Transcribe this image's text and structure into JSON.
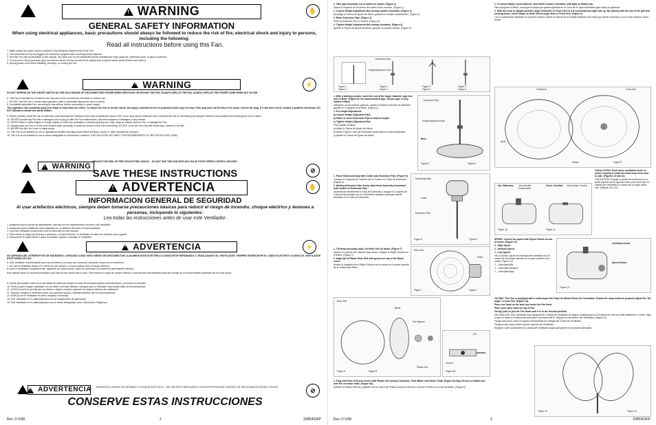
{
  "left": {
    "warning_word": "WARNING",
    "general_safety": "GENERAL SAFETY INFORMATION",
    "safety_intro": "When using electrical appliances, basic precautions should always be followed to reduce the risk of fire, electrical shock and injury to persons, including the following:",
    "read_all": "Read all instructions before using this Fan.",
    "items_1": [
      "1.    Make certain the power source conforms to the electrical requirements of the Fan.",
      "2.    The outlet that the Fan is plugged into should be equipped with a working smoke detector.",
      "3.    Use this Fan only as described in this manual. Any other use not recommended by the manufacturer may cause fire, electrical shock, or injury to persons.",
      "4.    To reduce the risk of personal injury and electric shock, the fan should not be played with or placed where small children can reach it.",
      "5.    Unplug power cord before installing, servicing, or moving the Fan."
    ],
    "warning2_word": "WARNING",
    "do_not_depend": "DO NOT DEPEND ON THE ON/OFF SWITCH AS THE SOLE MEANS OF DISCONNECTING POWER WHEN SERVICING OR MOVING THE FAN. ALWAYS UNPLUG THE FAN. ALWAYS UNPLUG THE POWER CORD WHEN NOT IN USE.",
    "items_2": [
      "6.    This Fan is intended for household use only and not for commercial, industrial or outdoor use.",
      "7.    DO NOT use this Fan in areas where gasoline, paint or flammable liquids are used or stored.",
      "8.    Completely assemble Fan, according to instructions, before connecting to power supply."
    ],
    "polarized": "This appliance has a polarized plug (one blade is wider than the other). To reduce the risk of electric shock, this plug is intended to fit in a polarized outlet only one way. If the plug does not fit fully in the outlet, reverse the plug. If it still does not fit, contact a qualified electrician. DO NOT attempt to defeat this safety feature.",
    "items_3": [
      "9.    Where possible, avoid the use of extension cords because the extension cord may overheat and cause a fire. If you must use an extension cord, minimize the risk of overheating by using the shortest cord possible and ensuring that it is UL listed.",
      "10.   NEVER operate any Fan with a damaged cord or plug or after the Fan malfunctions, has been dropped or damaged in any manner.",
      "11.   NEVER insert or allow fingers or foreign objects to enter any ventilation or exhaust opening as it may cause an electric shock or fire, or damage the Fan.",
      "12.   Always place the Fan on a flat, level surface while operating, to avoid the chance of the Fan overturning. DO NOT cover the Fan cord with throw rugs, runners or the like.",
      "13.   NEVER use the Fan in wet or damp areas.",
      "14.   This Fan is not suitable for use in agricultural facilities including areas where livestock, poultry or other animals are confined.",
      "15.   This Fan is not suitable for use in areas designated as Hazardous Locations. THIS FAN DOES NOT MEET THE REQUIREMENTS OF NEC ARTICLE 500 (2008)."
    ],
    "reduce_risk": "REDUCE THE RISK OF FIRE OR ELECTRIC SHOCK – DO NOT USE THIS FAN WITH ANY SOLID STATE SPEED CONTROL DEVICES.",
    "save_word": "WARNING",
    "save_instructions": "SAVE THESE INSTRUCTIONS",
    "advertencia": "ADVERTENCIA",
    "info_general": "INFORMACION GENERAL DE SEGURIDAD",
    "es_intro": "Al usar artefactos eléctricos, siempre deben tomarse precauciones básicas para reducir el riesgo de incendio, choque eléctrico y lesiones a personas, incluyendo lo siguientes:",
    "lea_todas": "Lea todas las instrucciones antes de usar este Ventilador.",
    "es_items_1": [
      "1.    Asegúrese que la fuente de alimentación coincida con los requerimientos eléctricos del Ventilador.",
      "2.    Asegúrese que la habitación esté equipada con un detector de humo en funcionamiento.",
      "3.    Use este Ventilador únicamente como se describe en este manual.",
      "4.    Para reducir el riesgo de lesiones a personas y choque eléctrico, el Ventilador no debe ser utilizado como juguete.",
      "5.    Desconecte el cable eléctrico antes de instalar, reparar o trasladar el Ventilador."
    ],
    "advertencia2": "ADVERTENCIA",
    "es_no_depender": "NO DEPENDA DEL INTERRUPTOR DE ENCENDIDO / APAGADO COMO ÚNICO MEDIO DE DESCONECTAR LA ALIMENTACIÓN ELÉCTRICA CUANDO ESTÉ REPARANDO O TRASLADANDO EL VENTILADOR. SIEMPRE DESENCHUFE EL CABLE ELÉCTRICO CUANDO EL VENTILADOR ESTÉ FUERA DE USO.",
    "es_items_2": [
      "6.    Este ventilador está destinado para uso doméstico y no para uso comercial, industrial ni para uso en exteriores.",
      "7.    NO use el Ventilador dentro de o cerca de una ventana. La lluvia podría crear un riesgo eléctrico.",
      "8.    Arme el Ventilador completamente, siguiendo las instrucciones, antes de conectarlo a la fuente de alimentación eléctrica."
    ],
    "es_polarized": "Este aparato tiene un enchufe polarizado (una hoja es más ancha que la otra). Para reducir el riesgo de choque eléctrico, este enchufe está diseñado para que encaje en un tomacorriente polarizado de una sola forma.",
    "es_items_3": [
      "9.    Donde sea posible, evite el uso de cables de extensión porque el cable de extensión podría sobrecalentarse y provocar un incendio.",
      "10.   NUNCA opere ningún Ventilador con un cable o enchufe dañado o después que el Ventilador haya tenido fallas de funcionamiento.",
      "11.   NUNCA inserte ni permita que los dedos u objetos extraños ingresen en ninguna abertura de ventilación.",
      "12.   Siempre coloque el Ventilador sobre una superficie plana y nivelada mientras esté en funcionamiento.",
      "13.   NUNCA use el Ventilador en áreas mojadas o húmedas.",
      "14.   Este Ventilador no es adecuado para uso en instalaciones de agricultura.",
      "15.   Este Ventilador no es adecuado para uso en áreas designadas como Ubicaciones Peligrosas."
    ],
    "advertencia3": "ADVERTENCIA",
    "es_reduzca": "REDUZCA EL RIESGO DE INCENDIO O CHOQUE ELÉCTRICO – NO USE ESTE VENTILADOR CON DISPOSITIVOS DE CONTROL DE VELOCIDAD DE ESTADO SÓLIDO.",
    "conserve": "CONSERVE ESTAS INSTRUCCIONES",
    "rev": "Rev. D 5/08",
    "page_num": "2",
    "doc_id": "2085403FP"
  },
  "right": {
    "col1_steps": [
      "1.  Take pipe assembly out of carton as shown. (Figure 1)",
      "Saque el conjunto de la tubería del cartón como muestra. (Figura 1)",
      "2.  Loosen Height Adjustment Nut turning counter clockwise. (Figure 2)",
      "Desafloje la Tuerca de Ajuste de Altura, girando en sentido contrahorario. (Figura 2)",
      "3.  Raise Extension Pipe. (Figure 3)",
      "Eleve la Extensión De La Tubería. (Figura 3)",
      "4.  Tighten Height Adjustment Nut turning clockwise. (Figure 4)",
      "Apriete la Tuerca de Ajuste de Altura, girando en sentido horario. (Figura 4)"
    ],
    "fig1_labels": [
      "Figure 1",
      "Figura 1",
      "Figure 2",
      "Figura 2",
      "Figure 3",
      "Figura 3",
      "Figure 4",
      "Figura 4"
    ],
    "extension_pipe": "Extension Pipe",
    "height_nut": "Height Adjustment Nut",
    "col1_steps_b": [
      "1.  With a twisting motion, insert the end of the larger diameter pipe into hole in Base. (Figure 5) Use disassembled pipe. Ensure pipe is fully seated in Base.",
      "Utilizando un movimiento giratorio, inserte el extremo del tubo de diámetro grande en el agujero de la Base. (Figura 5)",
      "2.  For Height Adjustment:",
      "a)  Loosen Height Adjustment Nut.",
      "b)  Raise or lower Extension Pipe to desired height.",
      "c)  Tighten Height Adjustment Nut.",
      "Para ajustar la altura:",
      "a)  Afloje la Tuerca de Ajuste de Altura.",
      "b)  Eleve o baje el Tubo de Extensión hasta obtener la altura deseada.",
      "c)  Apriete la Tuerca de Ajuste de Altura."
    ],
    "base": "Base",
    "fig5": "Figure 5",
    "fig5b": "Figura 5",
    "col1_steps_c": [
      "1.  Place Head Assembly with Collar onto Extension Pipe. (Figure 6)",
      "Coloque el Conjunto de Cabezal con el Collar en el Tubo de Extensión. (Figura 6)",
      "2.  Holding Extension Pipe firmly, twist Head Assembly downward until seated on Extension Pipe.",
      "Sosteniendo firmemente el Tubo de Extensión y empuje el Conjunto de Cabezal hacia abajo con un movimiento giratorio hasta que quede asentado en el Tubo de Extensión."
    ],
    "head_assembly": "Head Assembly",
    "collar": "Collar",
    "fig6": "Figure 6",
    "fig6b": "Figura 6",
    "col1_steps_d": [
      "1.  Tilt Head Assembly back. Put Rear Grill on Motor. (Figure 7)",
      "Incline el Conjunto de Cabezal hacia atrás. Coloque la Rejilla Trasera en el Motor. (Figura 7)",
      "2.  Align tab of Plastic Rear Grill with groove on top of the Motor cover.",
      "Alinear la lengüeta de la Rejilla Trasera con la ranura en la parte superior de la cubierta del Motor."
    ],
    "rear_grill": "Rear Grill",
    "motor": "Motor",
    "fig7": "Figure 7",
    "fig7b": "Figura 7",
    "blade": "Blade",
    "fan_spinner": "Fan Spinner",
    "plastic_nut": "Plastic Nut",
    "fig8": "Figure 8",
    "fig8b": "Figura 8",
    "col1_steps_e": [
      "1.  Fully seat Rear Grill and secure with Plastic Nut turning Clockwise. Slide Blade onto Motor Shaft. (Figure 8) Align Groove on blade hub with Pin on motor shaft. (Figure 8A)",
      "Asiente la Parrilla Trasera y sujétela con la Tuerca de Plástico hacia la Derecha. Deslice la Hélice en el Eje del Motor. (Figura 8)"
    ],
    "pin": "Pin",
    "groove": "Groove",
    "fig8a": "Figure 8A",
    "rev": "Rev. D 5/08",
    "col2_steps": [
      "1.  To secure Blade, screw Spinner onto Shaft Counter Clockwise until tight on Blade hub.",
      "Para asegurar la Hélice, enrosque la hasta que quede apretada en el Cubo de la Tapa haciéndola girar hacia la izquierda.",
      "2.  With fan head in upright position, align Ornament of Front Grill so it is horizontal and right side up. By starting with the top of the grill and working down, insert Snaps on Rear Grill through Slots in Front Grill. (Figure 9)",
      "Con el cabezal del ventilador en posición vertical, alinee el Adorno de la Parrilla Delantera de modo que quede horizontal y con el lado derecho hacia arriba."
    ],
    "ornament": "Ornament",
    "front_grill": "Front Grill",
    "slots": "Slots",
    "snaps": "Snaps",
    "fig9": "Figure 9",
    "oscillation": "OSCILLATION: Push down oscillation knob on motor housing to make fan head move from side to side. (Figures 10 and 11)",
    "oscillation_es": "OSCILACIÓN: Empuje la perilla de oscilación en la parte superior de la caja del motor para hacer que la cabeza del Ventilador se mueva de un lugar hacia otro. (Figuras 10 y 11)",
    "fig10_labels": [
      "Up: Stationary",
      "Hacia Arriba: Estacionario",
      "Down: Oscillate",
      "Hacia Abajo: Oscilar"
    ],
    "fig10": "Figure 10",
    "fig11": "Figure 11",
    "speed": "SPEED: Control fan speed with Speed Switch at rear of motor. (Figure 12)",
    "speed_list": [
      "3 - High Speed",
      "2 - Medium Speed",
      "1 - Low Speed"
    ],
    "speed_es": "VELOCIDAD: Ajuste la velocidad del ventilador con el control de velocidad ubicado en la parte posterior del motor. (Figura 12)",
    "speed_es_list": [
      "3 – Velocidad Alta",
      "2 – Velocidad Mediana",
      "1 – Velocidad Baja"
    ],
    "osc_knob": "Oscillation Knob",
    "speed_switch": "Speed Switch",
    "fig12": "Figure 12",
    "tilting": "TILTING: This Fan is equipped with a multi-angle Fan Head for Whole-Room Air Circulation. Follow the steps below to properly adjust the \"tilt angle\" of your Fan. (Figure 13)",
    "tilting_steps": [
      "Place one hand on the pole just under the Fan Neck.",
      "Place your other hand on top of Fan.",
      "Gently push or pull the Fan Head until it is in the desired position."
    ],
    "tilting_es": "INCLINACIÓN: Este Ventilador está equipado de Cabeza de Ventilador de ángulo múltiple para la Circulación de aire por toda habitación o cuarto. Siga lo que se indica a continuación para girar correctamente el \"ángulo de inclinación\" del Ventilador. (Figura 13)",
    "tilting_es_steps": [
      "Ponga una mano sobre el soporte exactamente por debajo del Cuello del Ventilador.",
      "Ponga la otra mano sobre la parte superior del Ventilador.",
      "Empuje o hale suavemente la Cabeza del Ventilador hasta que quede en la posición deseada."
    ],
    "fig13": "Figure 13",
    "fig13b": "Figura 13",
    "page_num": "3",
    "doc_id": "2085403FP"
  }
}
